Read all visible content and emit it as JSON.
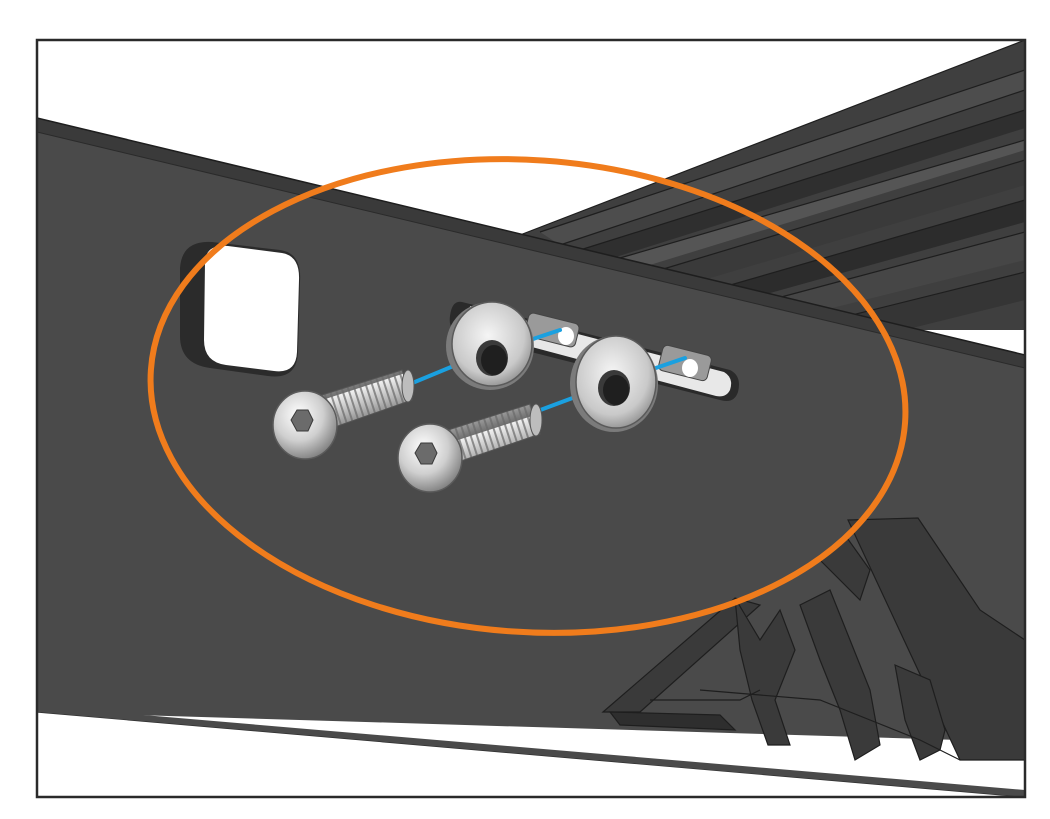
{
  "figure": {
    "kind": "assembly-instruction-illustration",
    "description_colors": {
      "panel": "#4a4a4a",
      "panel_edge": "#2b2b2b",
      "rail": "#3d3d3d",
      "highlight": "#f07c1c",
      "guide_line": "#1aa0e0",
      "hardware": "#c8c8c8",
      "frame": "#2a2a2a"
    },
    "parts": {
      "bolts": 2,
      "washers": 2,
      "bolt_type": "button-head-hex-socket",
      "icon": "mountain-tree-logo"
    }
  }
}
